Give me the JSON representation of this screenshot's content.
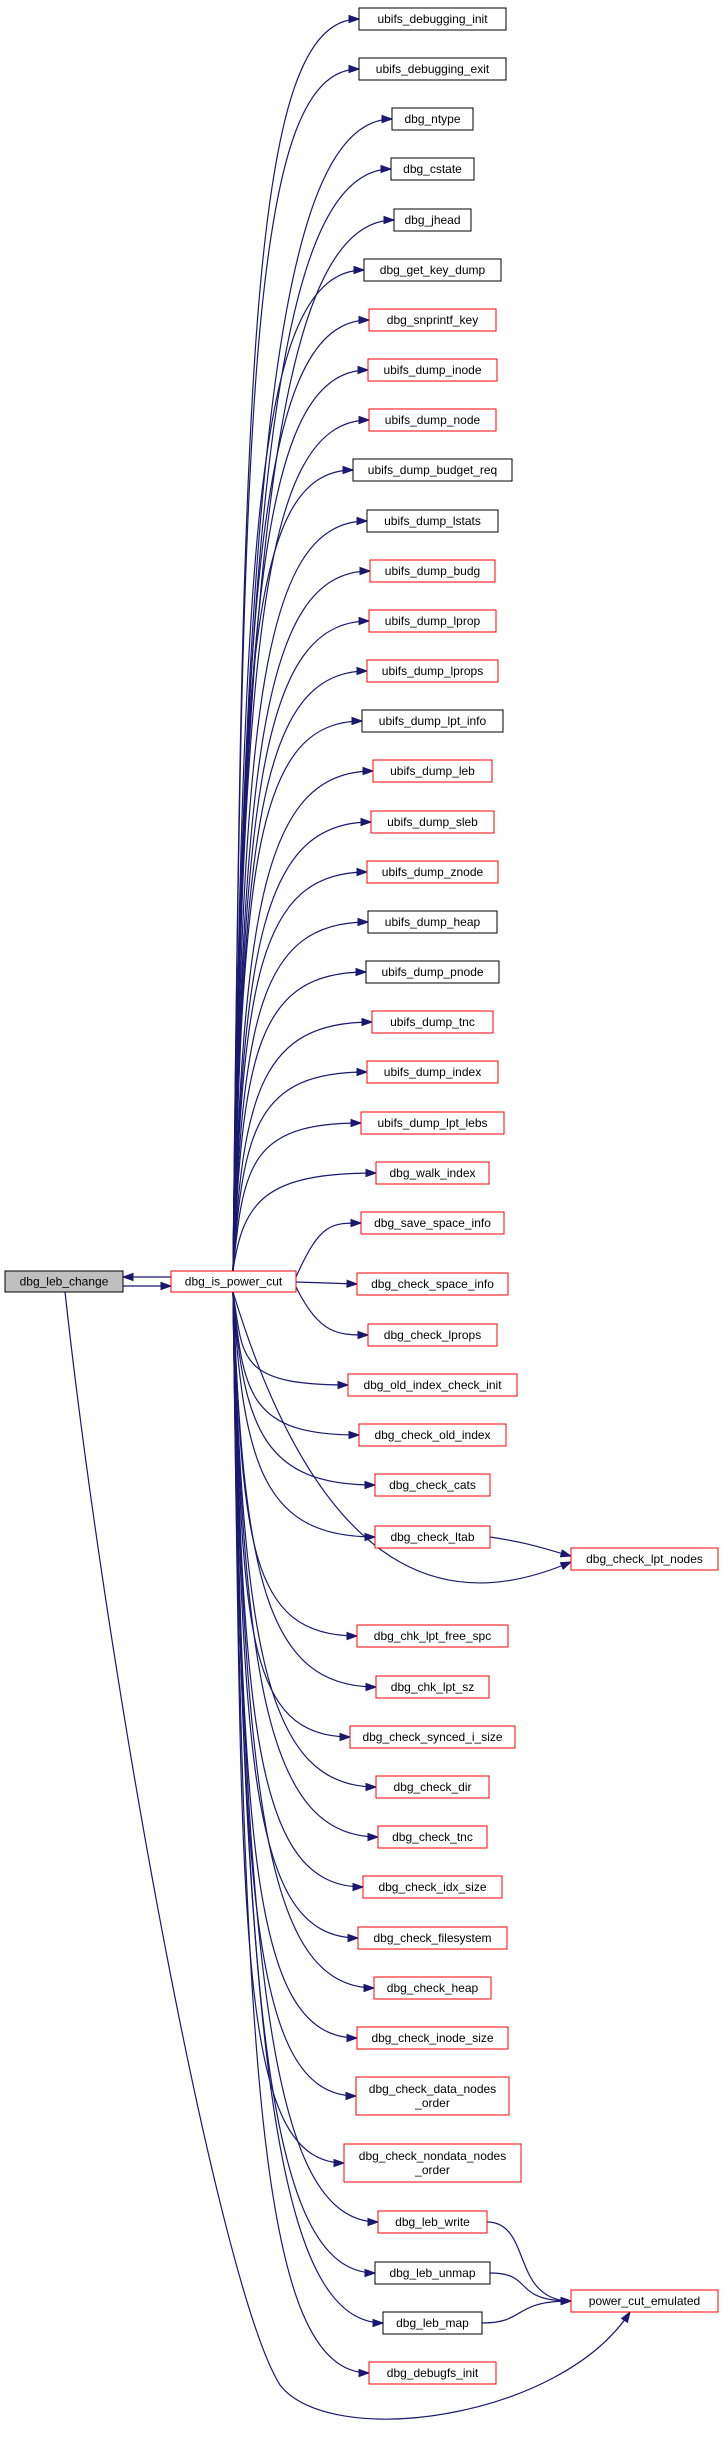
{
  "colors": {
    "edge": "#191970",
    "red_border": "#ff0000",
    "black_border": "#000000",
    "focus_fill": "#bfbfbf"
  },
  "nodes": [
    {
      "id": "dbg_leb_change",
      "lines": [
        "dbg_leb_change"
      ],
      "style": "focus"
    },
    {
      "id": "dbg_is_power_cut",
      "lines": [
        "dbg_is_power_cut"
      ],
      "style": "red"
    },
    {
      "id": "ubifs_debugging_init",
      "lines": [
        "ubifs_debugging_init"
      ],
      "style": "black"
    },
    {
      "id": "ubifs_debugging_exit",
      "lines": [
        "ubifs_debugging_exit"
      ],
      "style": "black"
    },
    {
      "id": "dbg_ntype",
      "lines": [
        "dbg_ntype"
      ],
      "style": "black"
    },
    {
      "id": "dbg_cstate",
      "lines": [
        "dbg_cstate"
      ],
      "style": "black"
    },
    {
      "id": "dbg_jhead",
      "lines": [
        "dbg_jhead"
      ],
      "style": "black"
    },
    {
      "id": "dbg_get_key_dump",
      "lines": [
        "dbg_get_key_dump"
      ],
      "style": "black"
    },
    {
      "id": "dbg_snprintf_key",
      "lines": [
        "dbg_snprintf_key"
      ],
      "style": "red"
    },
    {
      "id": "ubifs_dump_inode",
      "lines": [
        "ubifs_dump_inode"
      ],
      "style": "red"
    },
    {
      "id": "ubifs_dump_node",
      "lines": [
        "ubifs_dump_node"
      ],
      "style": "red"
    },
    {
      "id": "ubifs_dump_budget_req",
      "lines": [
        "ubifs_dump_budget_req"
      ],
      "style": "black"
    },
    {
      "id": "ubifs_dump_lstats",
      "lines": [
        "ubifs_dump_lstats"
      ],
      "style": "black"
    },
    {
      "id": "ubifs_dump_budg",
      "lines": [
        "ubifs_dump_budg"
      ],
      "style": "red"
    },
    {
      "id": "ubifs_dump_lprop",
      "lines": [
        "ubifs_dump_lprop"
      ],
      "style": "red"
    },
    {
      "id": "ubifs_dump_lprops",
      "lines": [
        "ubifs_dump_lprops"
      ],
      "style": "red"
    },
    {
      "id": "ubifs_dump_lpt_info",
      "lines": [
        "ubifs_dump_lpt_info"
      ],
      "style": "black"
    },
    {
      "id": "ubifs_dump_leb",
      "lines": [
        "ubifs_dump_leb"
      ],
      "style": "red"
    },
    {
      "id": "ubifs_dump_sleb",
      "lines": [
        "ubifs_dump_sleb"
      ],
      "style": "red"
    },
    {
      "id": "ubifs_dump_znode",
      "lines": [
        "ubifs_dump_znode"
      ],
      "style": "red"
    },
    {
      "id": "ubifs_dump_heap",
      "lines": [
        "ubifs_dump_heap"
      ],
      "style": "black"
    },
    {
      "id": "ubifs_dump_pnode",
      "lines": [
        "ubifs_dump_pnode"
      ],
      "style": "black"
    },
    {
      "id": "ubifs_dump_tnc",
      "lines": [
        "ubifs_dump_tnc"
      ],
      "style": "red"
    },
    {
      "id": "ubifs_dump_index",
      "lines": [
        "ubifs_dump_index"
      ],
      "style": "red"
    },
    {
      "id": "ubifs_dump_lpt_lebs",
      "lines": [
        "ubifs_dump_lpt_lebs"
      ],
      "style": "red"
    },
    {
      "id": "dbg_walk_index",
      "lines": [
        "dbg_walk_index"
      ],
      "style": "red"
    },
    {
      "id": "dbg_save_space_info",
      "lines": [
        "dbg_save_space_info"
      ],
      "style": "red"
    },
    {
      "id": "dbg_check_space_info",
      "lines": [
        "dbg_check_space_info"
      ],
      "style": "red"
    },
    {
      "id": "dbg_check_lprops",
      "lines": [
        "dbg_check_lprops"
      ],
      "style": "red"
    },
    {
      "id": "dbg_old_index_check_init",
      "lines": [
        "dbg_old_index_check_init"
      ],
      "style": "red"
    },
    {
      "id": "dbg_check_old_index",
      "lines": [
        "dbg_check_old_index"
      ],
      "style": "red"
    },
    {
      "id": "dbg_check_cats",
      "lines": [
        "dbg_check_cats"
      ],
      "style": "red"
    },
    {
      "id": "dbg_check_ltab",
      "lines": [
        "dbg_check_ltab"
      ],
      "style": "red"
    },
    {
      "id": "dbg_check_lpt_nodes",
      "lines": [
        "dbg_check_lpt_nodes"
      ],
      "style": "red"
    },
    {
      "id": "dbg_chk_lpt_free_spc",
      "lines": [
        "dbg_chk_lpt_free_spc"
      ],
      "style": "red"
    },
    {
      "id": "dbg_chk_lpt_sz",
      "lines": [
        "dbg_chk_lpt_sz"
      ],
      "style": "red"
    },
    {
      "id": "dbg_check_synced_i_size",
      "lines": [
        "dbg_check_synced_i_size"
      ],
      "style": "red"
    },
    {
      "id": "dbg_check_dir",
      "lines": [
        "dbg_check_dir"
      ],
      "style": "red"
    },
    {
      "id": "dbg_check_tnc",
      "lines": [
        "dbg_check_tnc"
      ],
      "style": "red"
    },
    {
      "id": "dbg_check_idx_size",
      "lines": [
        "dbg_check_idx_size"
      ],
      "style": "red"
    },
    {
      "id": "dbg_check_filesystem",
      "lines": [
        "dbg_check_filesystem"
      ],
      "style": "red"
    },
    {
      "id": "dbg_check_heap",
      "lines": [
        "dbg_check_heap"
      ],
      "style": "red"
    },
    {
      "id": "dbg_check_inode_size",
      "lines": [
        "dbg_check_inode_size"
      ],
      "style": "red"
    },
    {
      "id": "dbg_check_data_nodes_order",
      "lines": [
        "dbg_check_data_nodes",
        "_order"
      ],
      "style": "red"
    },
    {
      "id": "dbg_check_nondata_nodes_order",
      "lines": [
        "dbg_check_nondata_nodes",
        "_order"
      ],
      "style": "red"
    },
    {
      "id": "dbg_leb_write",
      "lines": [
        "dbg_leb_write"
      ],
      "style": "red"
    },
    {
      "id": "dbg_leb_unmap",
      "lines": [
        "dbg_leb_unmap"
      ],
      "style": "black"
    },
    {
      "id": "dbg_leb_map",
      "lines": [
        "dbg_leb_map"
      ],
      "style": "black"
    },
    {
      "id": "dbg_debugfs_init",
      "lines": [
        "dbg_debugfs_init"
      ],
      "style": "red"
    },
    {
      "id": "power_cut_emulated",
      "lines": [
        "power_cut_emulated"
      ],
      "style": "red"
    }
  ],
  "edges": [
    [
      "dbg_leb_change",
      "dbg_is_power_cut"
    ],
    [
      "dbg_is_power_cut",
      "dbg_leb_change"
    ],
    [
      "dbg_is_power_cut",
      "ubifs_debugging_init"
    ],
    [
      "dbg_is_power_cut",
      "ubifs_debugging_exit"
    ],
    [
      "dbg_is_power_cut",
      "dbg_ntype"
    ],
    [
      "dbg_is_power_cut",
      "dbg_cstate"
    ],
    [
      "dbg_is_power_cut",
      "dbg_jhead"
    ],
    [
      "dbg_is_power_cut",
      "dbg_get_key_dump"
    ],
    [
      "dbg_is_power_cut",
      "dbg_snprintf_key"
    ],
    [
      "dbg_is_power_cut",
      "ubifs_dump_inode"
    ],
    [
      "dbg_is_power_cut",
      "ubifs_dump_node"
    ],
    [
      "dbg_is_power_cut",
      "ubifs_dump_budget_req"
    ],
    [
      "dbg_is_power_cut",
      "ubifs_dump_lstats"
    ],
    [
      "dbg_is_power_cut",
      "ubifs_dump_budg"
    ],
    [
      "dbg_is_power_cut",
      "ubifs_dump_lprop"
    ],
    [
      "dbg_is_power_cut",
      "ubifs_dump_lprops"
    ],
    [
      "dbg_is_power_cut",
      "ubifs_dump_lpt_info"
    ],
    [
      "dbg_is_power_cut",
      "ubifs_dump_leb"
    ],
    [
      "dbg_is_power_cut",
      "ubifs_dump_sleb"
    ],
    [
      "dbg_is_power_cut",
      "ubifs_dump_znode"
    ],
    [
      "dbg_is_power_cut",
      "ubifs_dump_heap"
    ],
    [
      "dbg_is_power_cut",
      "ubifs_dump_pnode"
    ],
    [
      "dbg_is_power_cut",
      "ubifs_dump_tnc"
    ],
    [
      "dbg_is_power_cut",
      "ubifs_dump_index"
    ],
    [
      "dbg_is_power_cut",
      "ubifs_dump_lpt_lebs"
    ],
    [
      "dbg_is_power_cut",
      "dbg_walk_index"
    ],
    [
      "dbg_is_power_cut",
      "dbg_save_space_info"
    ],
    [
      "dbg_is_power_cut",
      "dbg_check_space_info"
    ],
    [
      "dbg_is_power_cut",
      "dbg_check_lprops"
    ],
    [
      "dbg_is_power_cut",
      "dbg_old_index_check_init"
    ],
    [
      "dbg_is_power_cut",
      "dbg_check_old_index"
    ],
    [
      "dbg_is_power_cut",
      "dbg_check_cats"
    ],
    [
      "dbg_is_power_cut",
      "dbg_check_ltab"
    ],
    [
      "dbg_check_ltab",
      "dbg_check_lpt_nodes"
    ],
    [
      "dbg_is_power_cut",
      "dbg_check_lpt_nodes"
    ],
    [
      "dbg_is_power_cut",
      "dbg_chk_lpt_free_spc"
    ],
    [
      "dbg_is_power_cut",
      "dbg_chk_lpt_sz"
    ],
    [
      "dbg_is_power_cut",
      "dbg_check_synced_i_size"
    ],
    [
      "dbg_is_power_cut",
      "dbg_check_dir"
    ],
    [
      "dbg_is_power_cut",
      "dbg_check_tnc"
    ],
    [
      "dbg_is_power_cut",
      "dbg_check_idx_size"
    ],
    [
      "dbg_is_power_cut",
      "dbg_check_filesystem"
    ],
    [
      "dbg_is_power_cut",
      "dbg_check_heap"
    ],
    [
      "dbg_is_power_cut",
      "dbg_check_inode_size"
    ],
    [
      "dbg_is_power_cut",
      "dbg_check_data_nodes_order"
    ],
    [
      "dbg_is_power_cut",
      "dbg_check_nondata_nodes_order"
    ],
    [
      "dbg_is_power_cut",
      "dbg_leb_write"
    ],
    [
      "dbg_is_power_cut",
      "dbg_leb_unmap"
    ],
    [
      "dbg_is_power_cut",
      "dbg_leb_map"
    ],
    [
      "dbg_is_power_cut",
      "dbg_debugfs_init"
    ],
    [
      "dbg_leb_write",
      "power_cut_emulated"
    ],
    [
      "dbg_leb_unmap",
      "power_cut_emulated"
    ],
    [
      "dbg_leb_map",
      "power_cut_emulated"
    ],
    [
      "dbg_leb_change",
      "power_cut_emulated"
    ]
  ]
}
